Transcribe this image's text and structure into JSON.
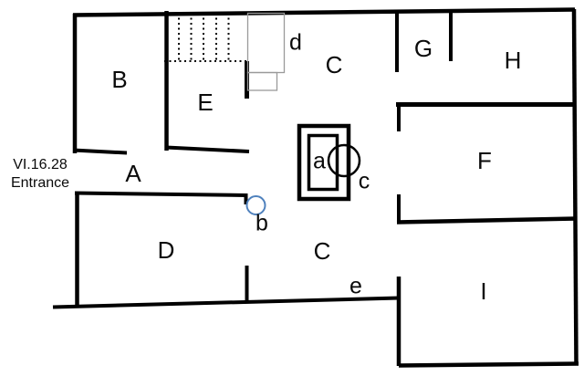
{
  "entrance": {
    "line1": "VI.16.28",
    "line2": "Entrance"
  },
  "rooms": {
    "A": "A",
    "B": "B",
    "C_upper": "C",
    "C_lower": "C",
    "D": "D",
    "E": "E",
    "F": "F",
    "G": "G",
    "H": "H",
    "I": "I"
  },
  "features": {
    "a": "a",
    "b": "b",
    "c": "c",
    "d": "d",
    "e": "e"
  },
  "colors": {
    "wall": "#000000",
    "thin_outline": "#9a9a9a",
    "feature_b_circle": "#4f81bd",
    "background": "#ffffff"
  }
}
